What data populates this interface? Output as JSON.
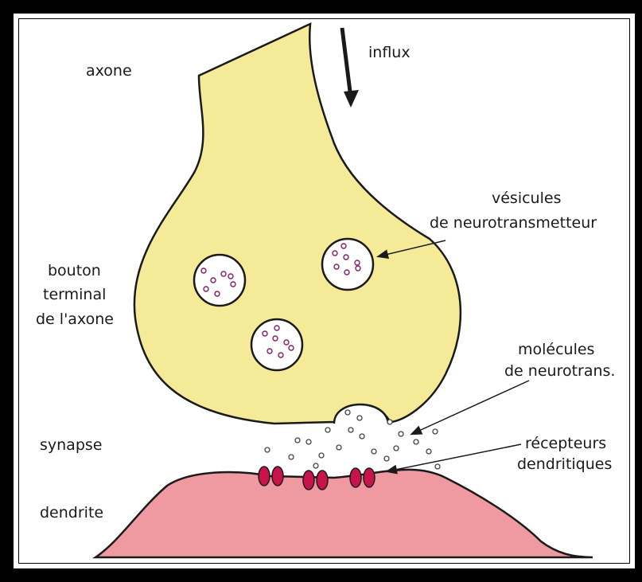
{
  "labels": {
    "axone": "axone",
    "influx": "influx",
    "vesicules_1": "vésicules",
    "vesicules_2": "de neurotransmetteur",
    "bouton_1": "bouton",
    "bouton_2": "terminal",
    "bouton_3": "de l'axone",
    "molecules_1": "molécules",
    "molecules_2": "de neurotrans.",
    "synapse": "synapse",
    "recepteurs_1": "récepteurs",
    "recepteurs_2": "dendritiques",
    "dendrite": "dendrite"
  },
  "colors": {
    "axon_fill": "#f5ea98",
    "dendrite_fill": "#ef9aa0",
    "receptor_fill": "#c8144a",
    "vesicle_dot": "#8b1a6b",
    "outline": "#1a1a1a"
  }
}
